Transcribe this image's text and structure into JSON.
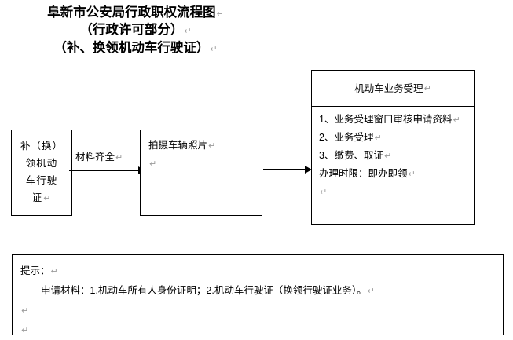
{
  "document": {
    "title_lines": [
      "阜新市公安局行政职权流程图",
      "（行政许可部分）",
      "（补、换领机动车行驶证）"
    ],
    "pilcrow": "↵"
  },
  "flow": {
    "start_box": {
      "name": "补（换）领机动车行驶证",
      "lines": [
        "补（换）",
        "领机动",
        "车行驶",
        "证"
      ]
    },
    "arrow_label": "材料齐全",
    "photo_box": {
      "name": "拍摄车辆照片",
      "lines": [
        "拍摄车辆照片"
      ]
    },
    "accept_box": {
      "header": "机动车业务受理",
      "items": [
        {
          "num": "1、",
          "text": "业务受理窗口审核申请资料"
        },
        {
          "num": "2、",
          "text": "业务受理"
        },
        {
          "num": "3、",
          "text": "缴费、取证"
        }
      ],
      "time_limit": "办理时限：即办即领"
    }
  },
  "note": {
    "heading": "提示：",
    "body": "申请材料：1.机动车所有人身份证明；2.机动车行驶证（换领行驶证业务）。"
  },
  "colors": {
    "ink": "#000000",
    "pilcrow": "#9b9b9b",
    "background": "#ffffff"
  }
}
